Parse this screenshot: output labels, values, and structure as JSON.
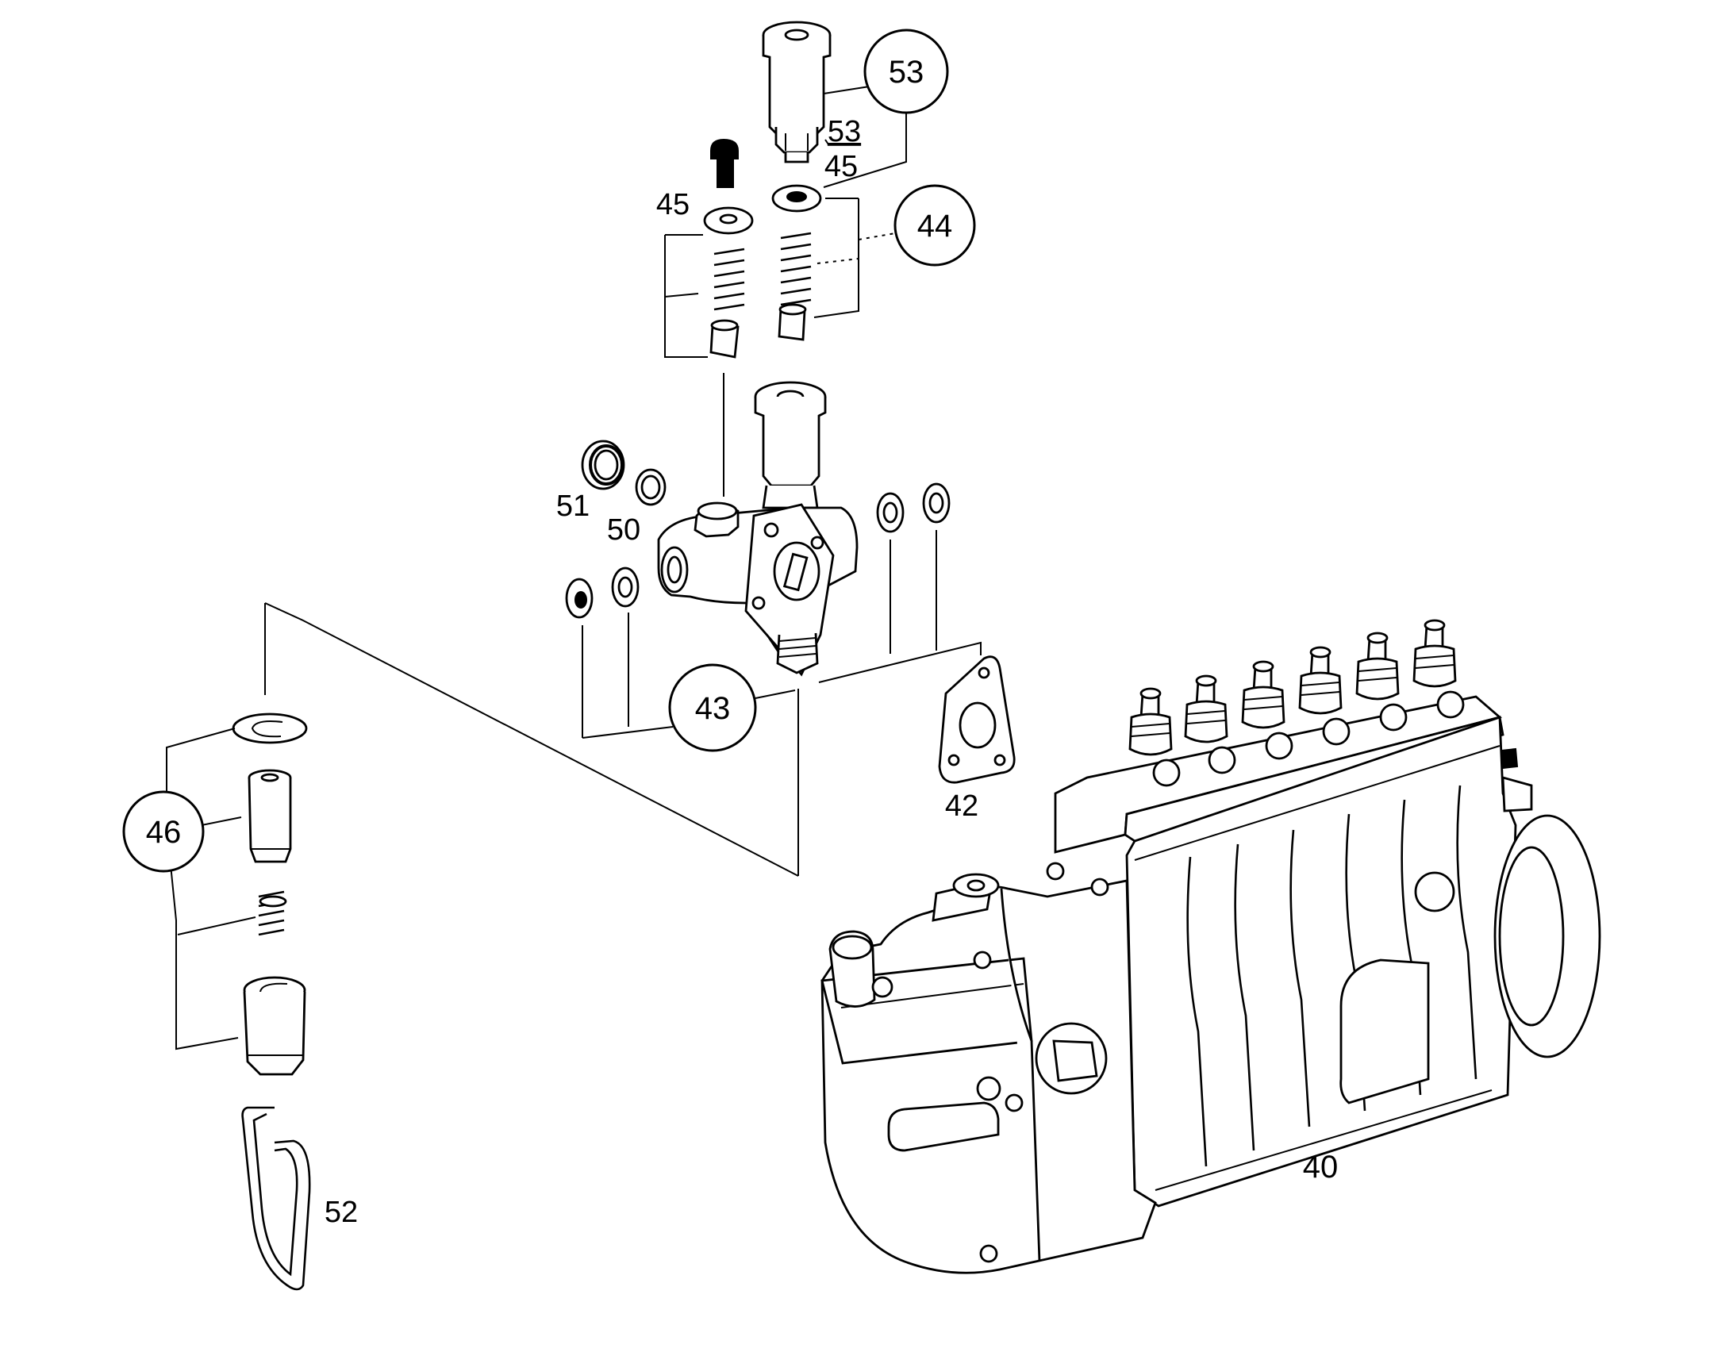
{
  "callouts": [
    {
      "id": "53",
      "label": "53",
      "circled": true
    },
    {
      "id": "53b",
      "label": "53",
      "circled": false
    },
    {
      "id": "45a",
      "label": "45",
      "circled": false
    },
    {
      "id": "45b",
      "label": "45",
      "circled": false
    },
    {
      "id": "44",
      "label": "44",
      "circled": true
    },
    {
      "id": "51",
      "label": "51",
      "circled": false
    },
    {
      "id": "50",
      "label": "50",
      "circled": false
    },
    {
      "id": "43",
      "label": "43",
      "circled": true
    },
    {
      "id": "42",
      "label": "42",
      "circled": false
    },
    {
      "id": "46",
      "label": "46",
      "circled": true
    },
    {
      "id": "52",
      "label": "52",
      "circled": false
    },
    {
      "id": "40",
      "label": "40",
      "circled": false
    }
  ]
}
